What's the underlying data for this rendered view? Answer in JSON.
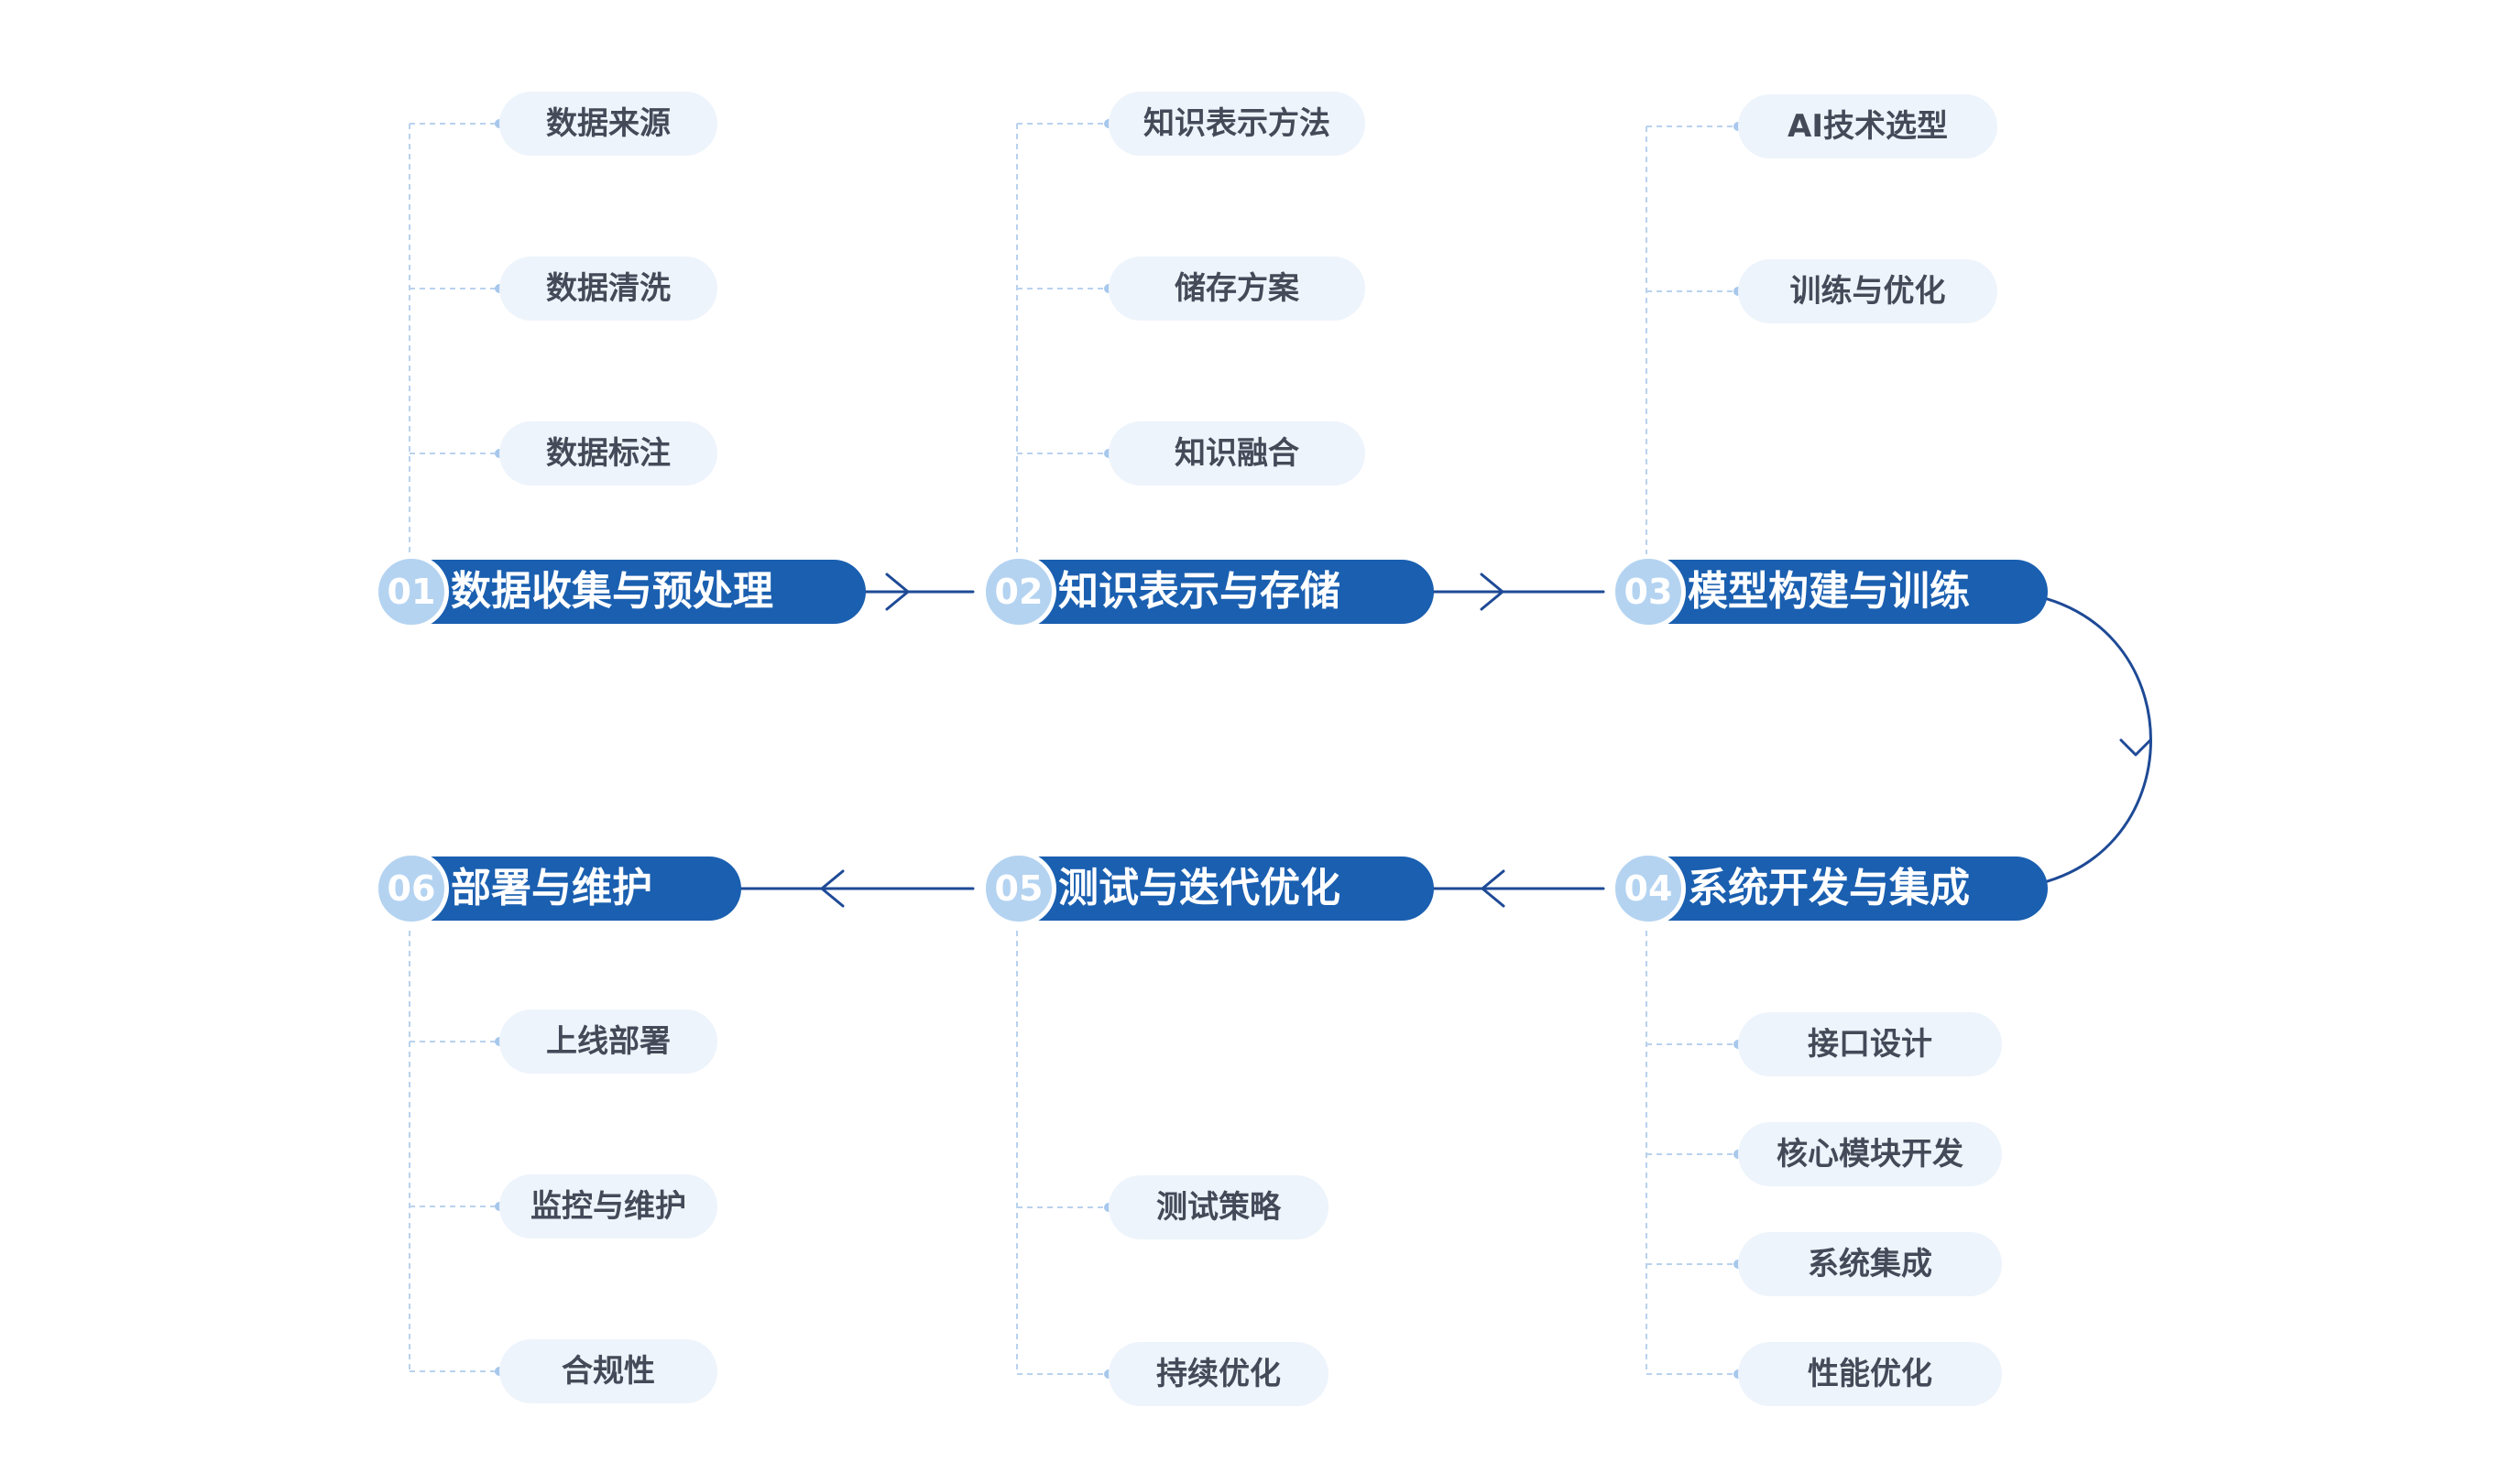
{
  "colors": {
    "stage_bar": "#1a5fb0",
    "stage_number_circle": "#b4d3f1",
    "stage_text": "#ffffff",
    "leaf_background": "#eef4fb",
    "leaf_text": "#444a58",
    "connector": "#1e4a96",
    "dashed_branch": "#b9d2ee"
  },
  "stages": [
    {
      "number": "01",
      "title": "数据收集与预处理",
      "items": [
        "数据来源",
        "数据清洗",
        "数据标注"
      ]
    },
    {
      "number": "02",
      "title": "知识表示与存储",
      "items": [
        "知识表示方法",
        "储存方案",
        "知识融合"
      ]
    },
    {
      "number": "03",
      "title": "模型构建与训练",
      "items": [
        "AI技术选型",
        "训练与优化"
      ]
    },
    {
      "number": "04",
      "title": "系统开发与集成",
      "items": [
        "接口设计",
        "核心模块开发",
        "系统集成",
        "性能优化"
      ]
    },
    {
      "number": "05",
      "title": "测试与迭代优化",
      "items": [
        "测试策略",
        "持续优化"
      ]
    },
    {
      "number": "06",
      "title": "部署与维护",
      "items": [
        "上线部署",
        "监控与维护",
        "合规性"
      ]
    }
  ]
}
